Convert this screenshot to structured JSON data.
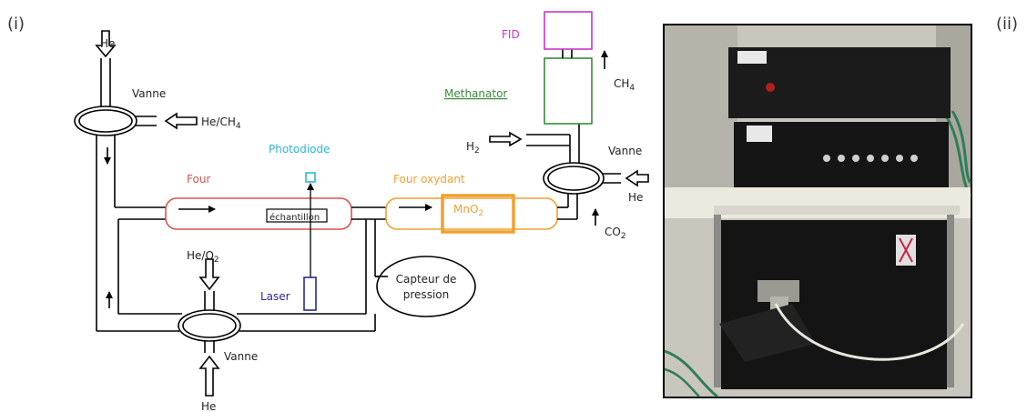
{
  "panels": {
    "left": "(i)",
    "right": "(ii)"
  },
  "labels": {
    "he_top": "He",
    "vanne_top": "Vanne",
    "he_ch4_prefix": "He/CH",
    "he_ch4_sub": "4",
    "photodiode": "Photodiode",
    "four": "Four",
    "echantillon": "échantillon",
    "four_oxydant": "Four oxydant",
    "mno2_prefix": "MnO",
    "mno2_sub": "2",
    "fid": "FID",
    "methanator": "Methanator",
    "ch4_prefix": "CH",
    "ch4_sub": "4",
    "h2_prefix": "H",
    "h2_sub": "2",
    "vanne_right": "Vanne",
    "he_right": "He",
    "co2_prefix": "CO",
    "co2_sub": "2",
    "he_o2_prefix": "He/O",
    "he_o2_sub": "2",
    "laser": "Laser",
    "capteur_line1": "Capteur de",
    "capteur_line2": "pression",
    "vanne_bottom": "Vanne",
    "he_bottom": "He"
  },
  "colors": {
    "line": "#000000",
    "four": "#d9534f",
    "photodiode": "#2bb7d9",
    "four_oxydant": "#f0a030",
    "fid": "#cc33cc",
    "methanator": "#3a8a3a",
    "laser": "#2a2a8c"
  }
}
